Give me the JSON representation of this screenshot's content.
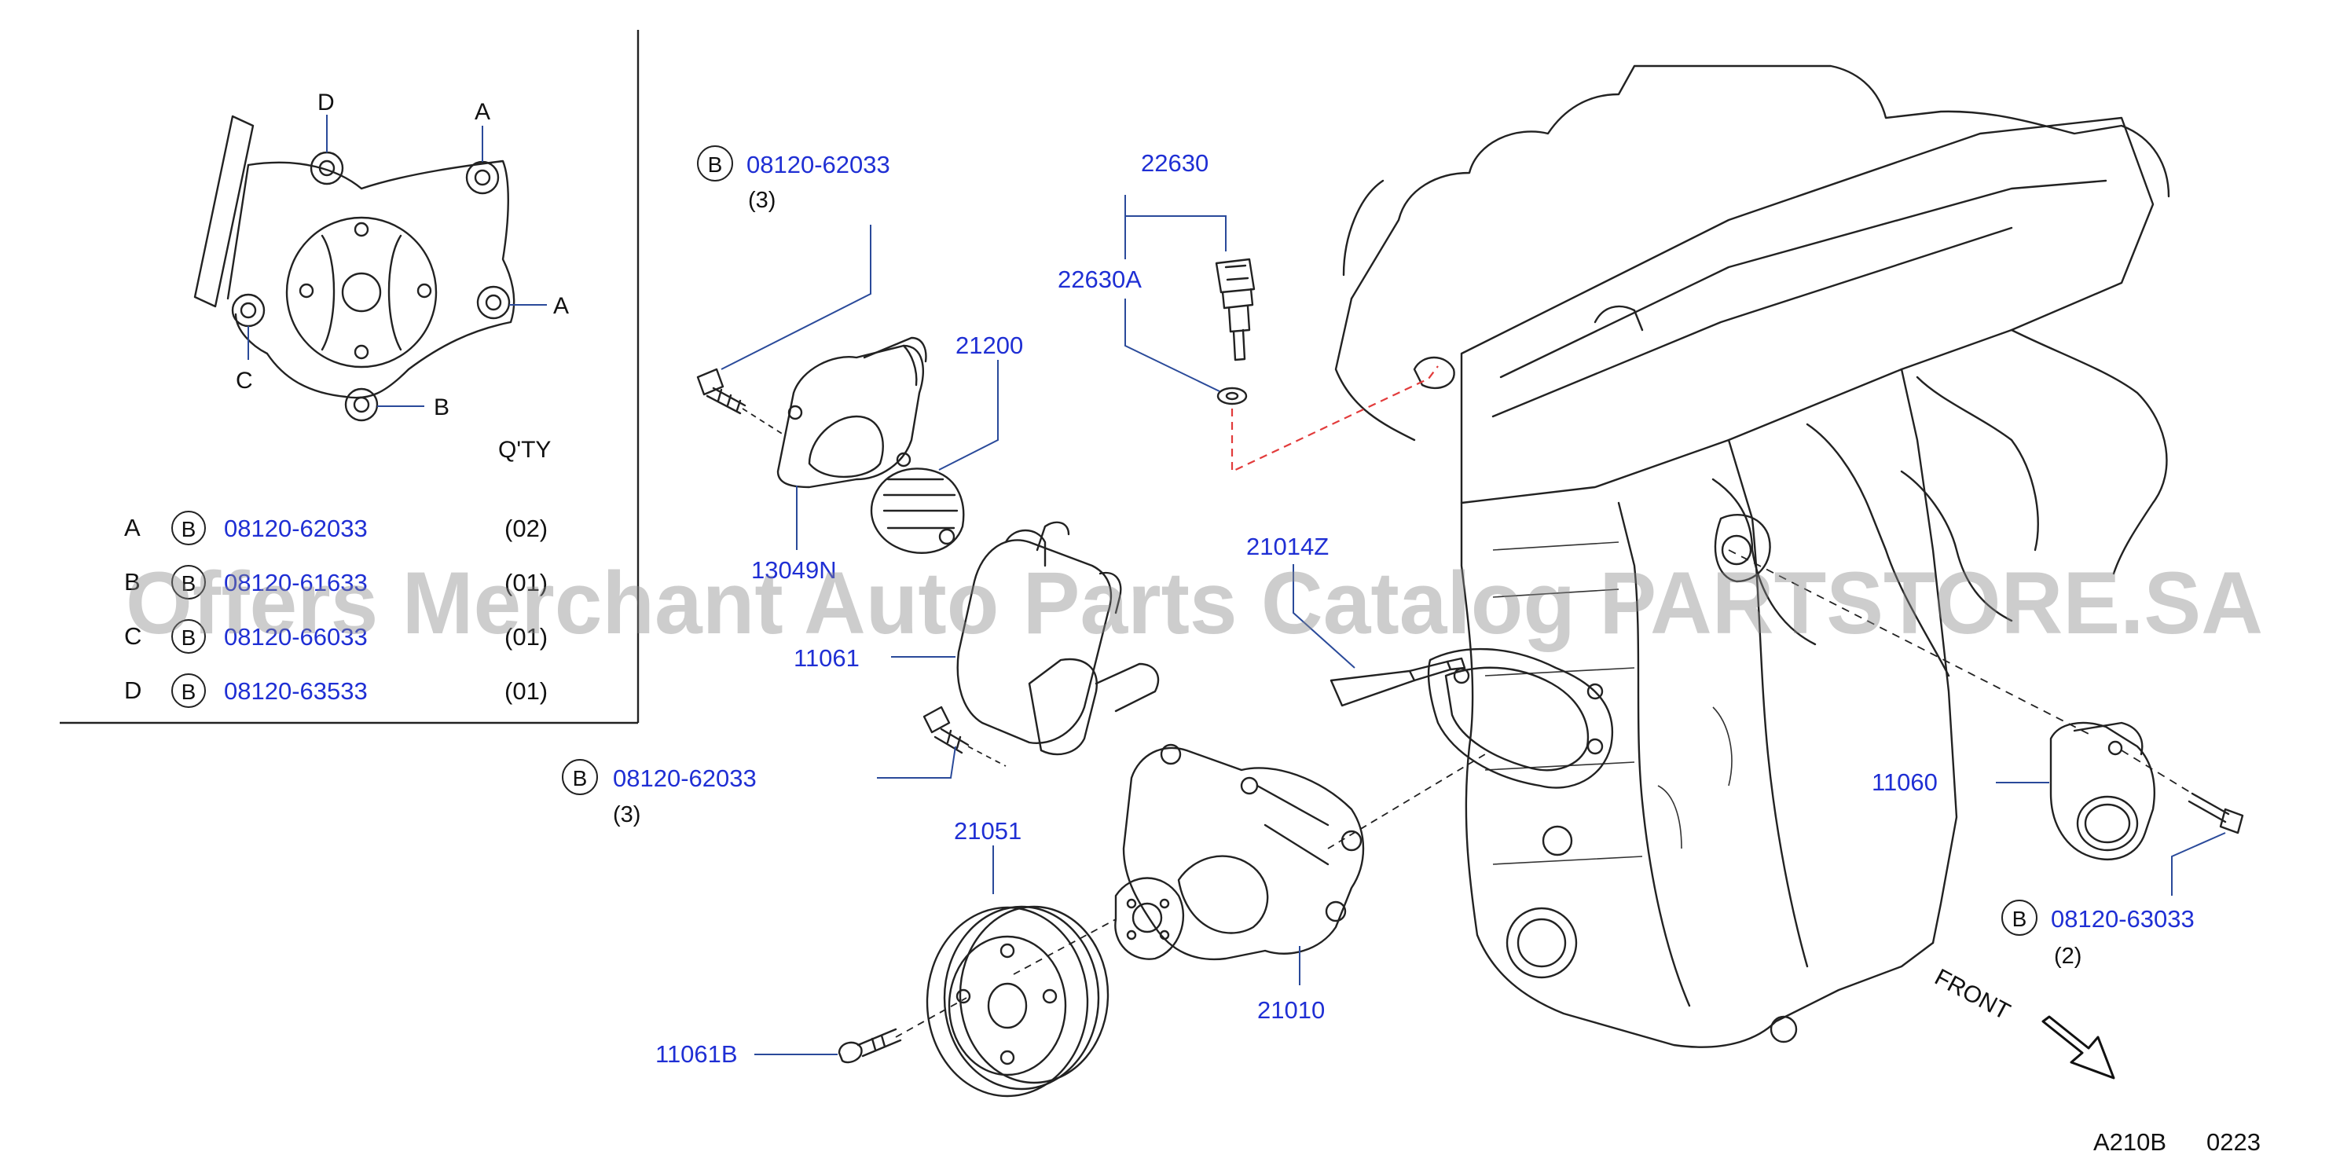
{
  "inset": {
    "letters": {
      "D": "D",
      "A1": "A",
      "A2": "A",
      "C": "C",
      "B": "B"
    },
    "qty_heading": "Q'TY",
    "rows": [
      {
        "key": "A",
        "marker": "B",
        "part": "08120-62033",
        "qty": "(02)"
      },
      {
        "key": "B",
        "marker": "B",
        "part": "08120-61633",
        "qty": "(01)"
      },
      {
        "key": "C",
        "marker": "B",
        "part": "08120-66033",
        "qty": "(01)"
      },
      {
        "key": "D",
        "marker": "B",
        "part": "08120-63533",
        "qty": "(01)"
      }
    ]
  },
  "callouts": {
    "bolt_top": {
      "marker": "B",
      "part": "08120-62033",
      "qty": "(3)"
    },
    "sensor": "22630",
    "sensor_washer": "22630A",
    "housing_outlet": "21200",
    "gasket": "13049N",
    "thermostat_housing": "11061",
    "bolt_mid": {
      "marker": "B",
      "part": "08120-62033",
      "qty": "(3)"
    },
    "pulley": "21051",
    "pump": "21010",
    "pulley_bolt": "11061B",
    "tube": "21014Z",
    "rear_housing": "11060",
    "bolt_right": {
      "marker": "B",
      "part": "08120-63033",
      "qty": "(2)"
    }
  },
  "front_label": "FRONT",
  "footer": {
    "code": "A210B",
    "number": "0223"
  },
  "watermark": "Offers Merchant Auto Parts Catalog PARTSTORE.SA",
  "colors": {
    "part_number": "#1f2fd4",
    "leader": "#2a4a9a",
    "dashed_red": "#e23b3b",
    "line": "#222222"
  }
}
